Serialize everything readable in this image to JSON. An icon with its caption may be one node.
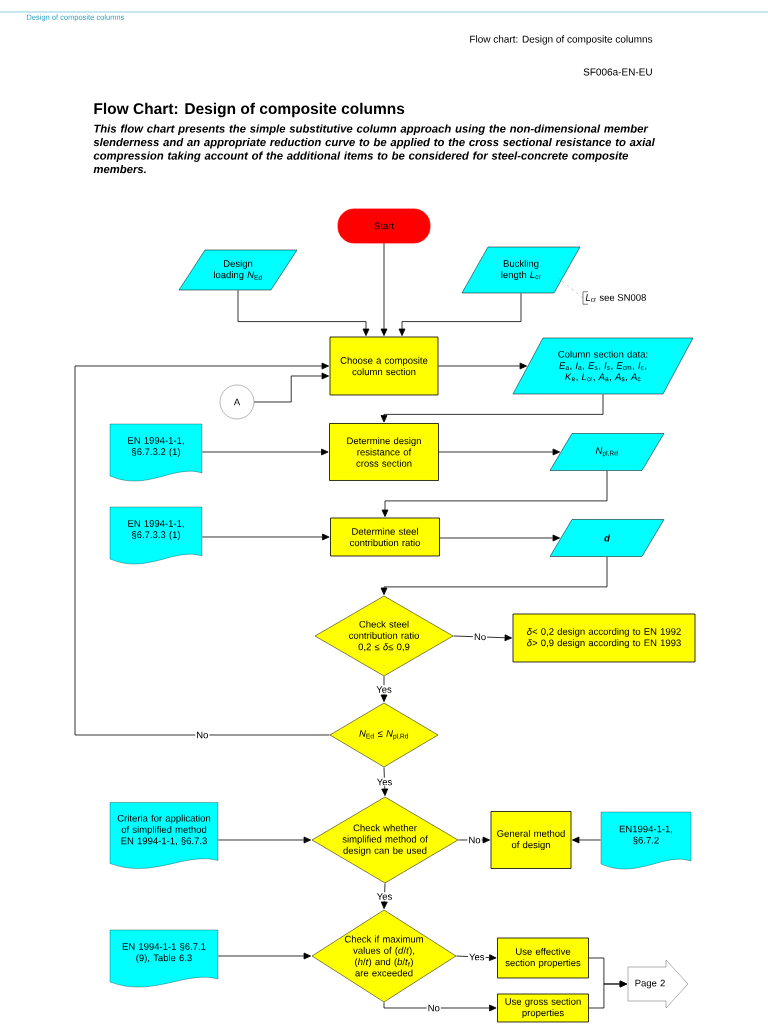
{
  "diagram": {
    "title": "Flow Chart: Design of composite columns",
    "caption": "This flow chart presents the simple substitutive column approach using the non-dimensional member slenderness and an appropriate reduction curve to be applied to the cross sectional resistance to axial compression taking account of the additional items to be considered for steel-concrete composite members.",
    "nodes": [
      {
        "text": [
          "Start"
        ]
      },
      {
        "text": [
          "Design loading *N*$_{Ed}$"
        ]
      },
      {
        "text": [
          "Buckling length *L*$_{cr}$"
        ]
      },
      {
        "text": [
          "*L*$_{cr}$ see SN008"
        ]
      },
      {
        "text": [
          "Choose a composite column section"
        ]
      },
      {
        "text": [
          "Column section data:",
          "*E*$_{a}$, *I*$_{a}$, *E*$_{s}$, *I*$_{s}$, *E*$_{cm}$, *I*$_{c}$, *K*$_{e}$, *L*$_{cr}$, *A*$_{a}$, *A*$_{s}$, *A*$_{c}$"
        ]
      },
      {
        "text": [
          "A"
        ]
      },
      {
        "text": [
          "EN 1994-1-1, §6.7.3.2 (1)"
        ]
      },
      {
        "text": [
          "Determine design resistance of cross section"
        ]
      },
      {
        "text": [
          "*N*$_{pl,Rd}$"
        ]
      },
      {
        "text": [
          "EN 1994-1-1, §6.7.3.3 (1)"
        ]
      },
      {
        "text": [
          "Determine steel contribution ratio"
        ]
      },
      {
        "text": [
          "d"
        ]
      },
      {
        "text": [
          "Check steel contribution ratio 0,2 ≤ *δ*≤ 0,9"
        ]
      },
      {
        "text": [
          "*δ*< 0,2 design according to EN 1992",
          "*δ*> 0,9 design according to EN 1993"
        ]
      },
      {
        "text": [
          "*N*$_{Ed}$ ≤ *N*$_{pl,Rd}$"
        ]
      },
      {
        "text": [
          "Criteria for application of simplified method EN 1994-1-1, §6.7.3"
        ]
      },
      {
        "text": [
          "Check whether simplified method of design can be used"
        ]
      },
      {
        "text": [
          "General method of design"
        ]
      },
      {
        "text": [
          "EN1994-1-1, §6.7.2"
        ]
      },
      {
        "text": [
          "EN 1994-1-1 §6.7.1 (9), Table 6.3"
        ]
      },
      {
        "text": [
          "Check if maximum values of (*d*/*t*), (*h*/*t*) and (*b*/*t*$_{f}$) are exceeded"
        ]
      },
      {
        "text": [
          "Use effective section properties"
        ]
      },
      {
        "text": [
          "Use gross section properties"
        ]
      },
      {
        "text": [
          "Page 2"
        ]
      }
    ],
    "edges": [
      {
        "from": 0,
        "to": 4,
        "arrow": "to"
      },
      {
        "from": 1,
        "to": 4,
        "arrow": "to"
      },
      {
        "from": 2,
        "to": 4,
        "arrow": "to"
      },
      {
        "from": 3,
        "to": 2,
        "arrow": "none",
        "style": "dashed",
        "color": "#808080"
      },
      {
        "from": 4,
        "to": 5,
        "arrow": "to"
      },
      {
        "from": 5,
        "to": 8,
        "arrow": "to"
      },
      {
        "from": 6,
        "to": 4,
        "arrow": "to"
      },
      {
        "from": 7,
        "to": 8,
        "arrow": "to"
      },
      {
        "from": 8,
        "to": 9,
        "arrow": "to"
      },
      {
        "from": 9,
        "to": 11,
        "arrow": "to"
      },
      {
        "from": 10,
        "to": 11,
        "arrow": "to"
      },
      {
        "from": 11,
        "to": 12,
        "arrow": "to"
      },
      {
        "from": 12,
        "to": 13,
        "arrow": "to"
      },
      {
        "from": 13,
        "to": 14,
        "arrow": "to",
        "label": "No"
      },
      {
        "from": 13,
        "to": 15,
        "arrow": "to",
        "label": "Yes"
      },
      {
        "from": 15,
        "to": 4,
        "arrow": "to",
        "label": "No"
      },
      {
        "from": 15,
        "to": 17,
        "arrow": "to",
        "label": "Yes"
      },
      {
        "from": 16,
        "to": 17,
        "arrow": "to"
      },
      {
        "from": 17,
        "to": 18,
        "arrow": "to",
        "label": "No"
      },
      {
        "from": 19,
        "to": 18,
        "arrow": "to"
      },
      {
        "from": 17,
        "to": 21,
        "arrow": "to",
        "label": "Yes"
      },
      {
        "from": 20,
        "to": 21,
        "arrow": "to"
      },
      {
        "from": 21,
        "to": 22,
        "arrow": "to",
        "label": "Yes"
      },
      {
        "from": 21,
        "to": 23,
        "arrow": "to",
        "label": "No"
      },
      {
        "from": 22,
        "to": 24,
        "arrow": "to"
      },
      {
        "from": 23,
        "to": 24,
        "arrow": "to"
      }
    ],
    "labels": [
      "Design of composite columns",
      "Flow chart: Design of composite columns",
      "SF006a-EN-EU"
    ]
  }
}
